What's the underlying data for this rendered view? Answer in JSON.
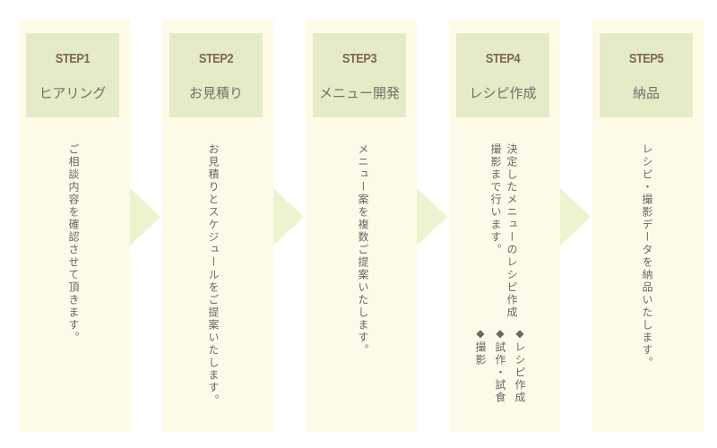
{
  "steps": [
    {
      "label": "STEP1",
      "title": "ヒアリング",
      "desc": "ご相談内容を確認させて頂きます。"
    },
    {
      "label": "STEP2",
      "title": "お見積り",
      "desc": "お見積りとスケジュールをご提案いたします。"
    },
    {
      "label": "STEP3",
      "title": "メニュー開発",
      "desc": "メニュー案を複数ご提案いたします。"
    },
    {
      "label": "STEP4",
      "title": "レシピ作成",
      "desc": "決定したメニューのレシピ作成\n撮影まで行います。",
      "bullets": [
        "◆レシピ作成",
        "◆試作・試食",
        "◆撮影"
      ]
    },
    {
      "label": "STEP5",
      "title": "納品",
      "desc": "レシピ・撮影データを納品いたします。"
    }
  ],
  "colors": {
    "panel_bg": "#fdfbe8",
    "header_bg": "#e5ebc6",
    "arrow": "#eef3cf",
    "label_text": "#7b6a4d",
    "body_text": "#6b6864"
  }
}
